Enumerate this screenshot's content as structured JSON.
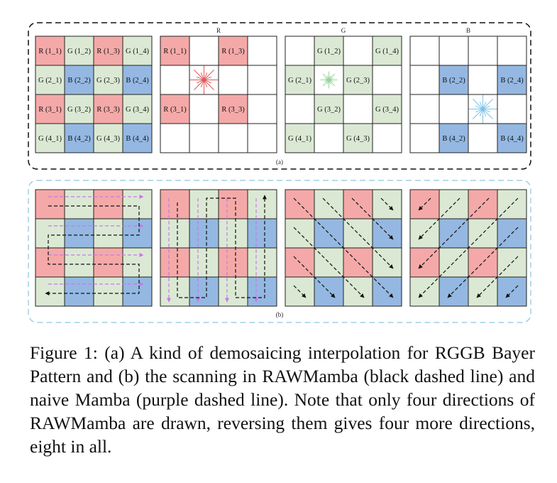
{
  "panel_a": {
    "label": "(a)",
    "grids": [
      {
        "title": "",
        "filter": "bayer",
        "show": [
          [
            1,
            1,
            1,
            1
          ],
          [
            1,
            1,
            1,
            1
          ],
          [
            1,
            1,
            1,
            1
          ],
          [
            1,
            1,
            1,
            1
          ]
        ]
      },
      {
        "title": "R",
        "filter": "R",
        "show": [
          [
            1,
            0,
            1,
            0
          ],
          [
            0,
            0,
            0,
            0
          ],
          [
            1,
            0,
            1,
            0
          ],
          [
            0,
            0,
            0,
            0
          ]
        ]
      },
      {
        "title": "G",
        "filter": "G",
        "show": [
          [
            0,
            1,
            0,
            1
          ],
          [
            1,
            0,
            1,
            0
          ],
          [
            0,
            1,
            0,
            1
          ],
          [
            1,
            0,
            1,
            0
          ]
        ]
      },
      {
        "title": "B",
        "filter": "B",
        "show": [
          [
            0,
            0,
            0,
            0
          ],
          [
            0,
            1,
            0,
            1
          ],
          [
            0,
            0,
            0,
            0
          ],
          [
            0,
            1,
            0,
            1
          ]
        ]
      }
    ],
    "cell_labels": [
      [
        "R (1_1)",
        "G (1_2)",
        "R (1_3)",
        "G (1_4)"
      ],
      [
        "G (2_1)",
        "B (2_2)",
        "G (2_3)",
        "B (2_4)"
      ],
      [
        "R (3_1)",
        "G (3_2)",
        "R (3_3)",
        "G (3_4)"
      ],
      [
        "G (4_1)",
        "B (4_2)",
        "G (4_3)",
        "B (4_4)"
      ]
    ],
    "star_colors": {
      "R": "#e05a5a",
      "G": "#9bd39b",
      "B": "#7ec3e6"
    }
  },
  "panel_b": {
    "label": "(b)",
    "scans": [
      "horizontal-snake",
      "vertical-snake",
      "diagonal-down-right",
      "diagonal-down-left"
    ]
  },
  "colors": {
    "R": "#f4a9a8",
    "G": "#dbe9d4",
    "B": "#94b8e2",
    "frame_a": "#111111",
    "frame_b": "#9fd0e6",
    "raw_line": "#111111",
    "naive_line": "#c879e8"
  },
  "caption": "Figure 1: (a) A kind of demosaicing interpolation for RGGB Bayer Pattern and (b) the scanning in RAWMamba (black dashed line) and naive Mamba (purple dashed line). Note that only four directions of RAWMamba are drawn, reversing them gives four more directions, eight in all."
}
